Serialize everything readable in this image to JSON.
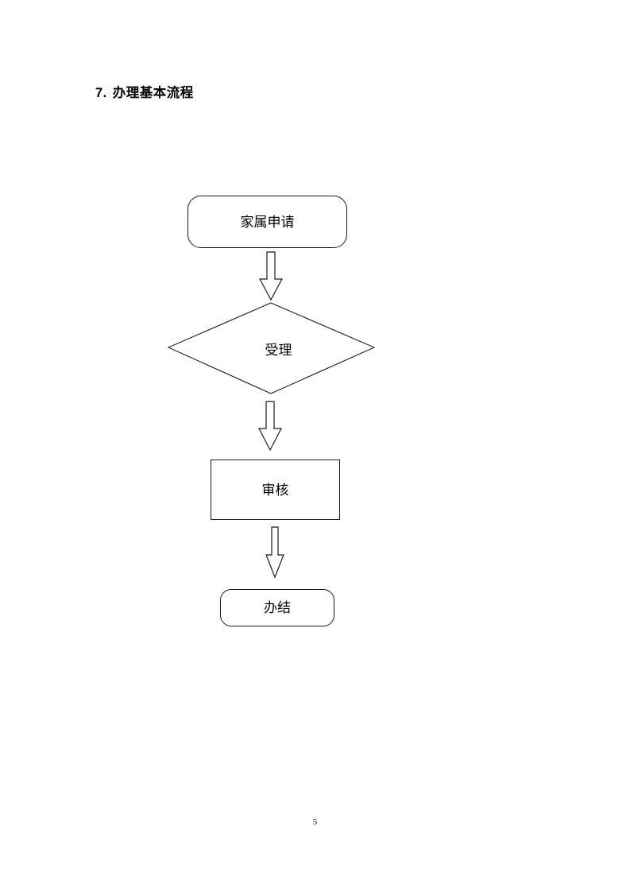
{
  "page": {
    "number": "5",
    "background_color": "#ffffff",
    "ink_color": "#1a1a1a"
  },
  "heading": {
    "number": "7.",
    "text": "办理基本流程"
  },
  "flowchart": {
    "type": "vertical-process-flow",
    "orientation": "top-to-bottom",
    "nodes": [
      {
        "id": "start",
        "shape": "rounded-rectangle",
        "label": "家属申请"
      },
      {
        "id": "accept",
        "shape": "diamond",
        "label": "受理"
      },
      {
        "id": "review",
        "shape": "rectangle",
        "label": "审核"
      },
      {
        "id": "finish",
        "shape": "rounded-rectangle",
        "label": "办结"
      }
    ],
    "connectors": [
      {
        "id": "arrow-1",
        "from": "start",
        "to": "accept",
        "style": "hollow-block-arrow",
        "direction": "down"
      },
      {
        "id": "arrow-2",
        "from": "accept",
        "to": "review",
        "style": "hollow-block-arrow",
        "direction": "down"
      },
      {
        "id": "arrow-3",
        "from": "review",
        "to": "finish",
        "style": "hollow-block-arrow",
        "direction": "down"
      }
    ]
  }
}
